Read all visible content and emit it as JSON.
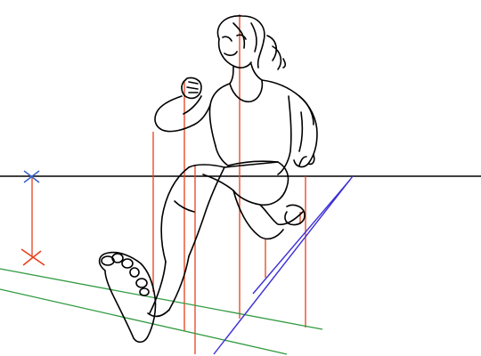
{
  "colors": {
    "background": "#ffffff",
    "ink": "#000000",
    "horizon": "#000000",
    "guide_red": "#e8401a",
    "marker_blue": "#3a63c9",
    "marker_red": "#e8401a",
    "ground_green": "#2f9a3f",
    "guide_blue": "#3b2fd4"
  },
  "scene": {
    "subject": "sketch-running-figure",
    "guides": [
      "horizon-line",
      "vertical-projection-lines",
      "ground-perspective-lines",
      "height-marker"
    ]
  }
}
